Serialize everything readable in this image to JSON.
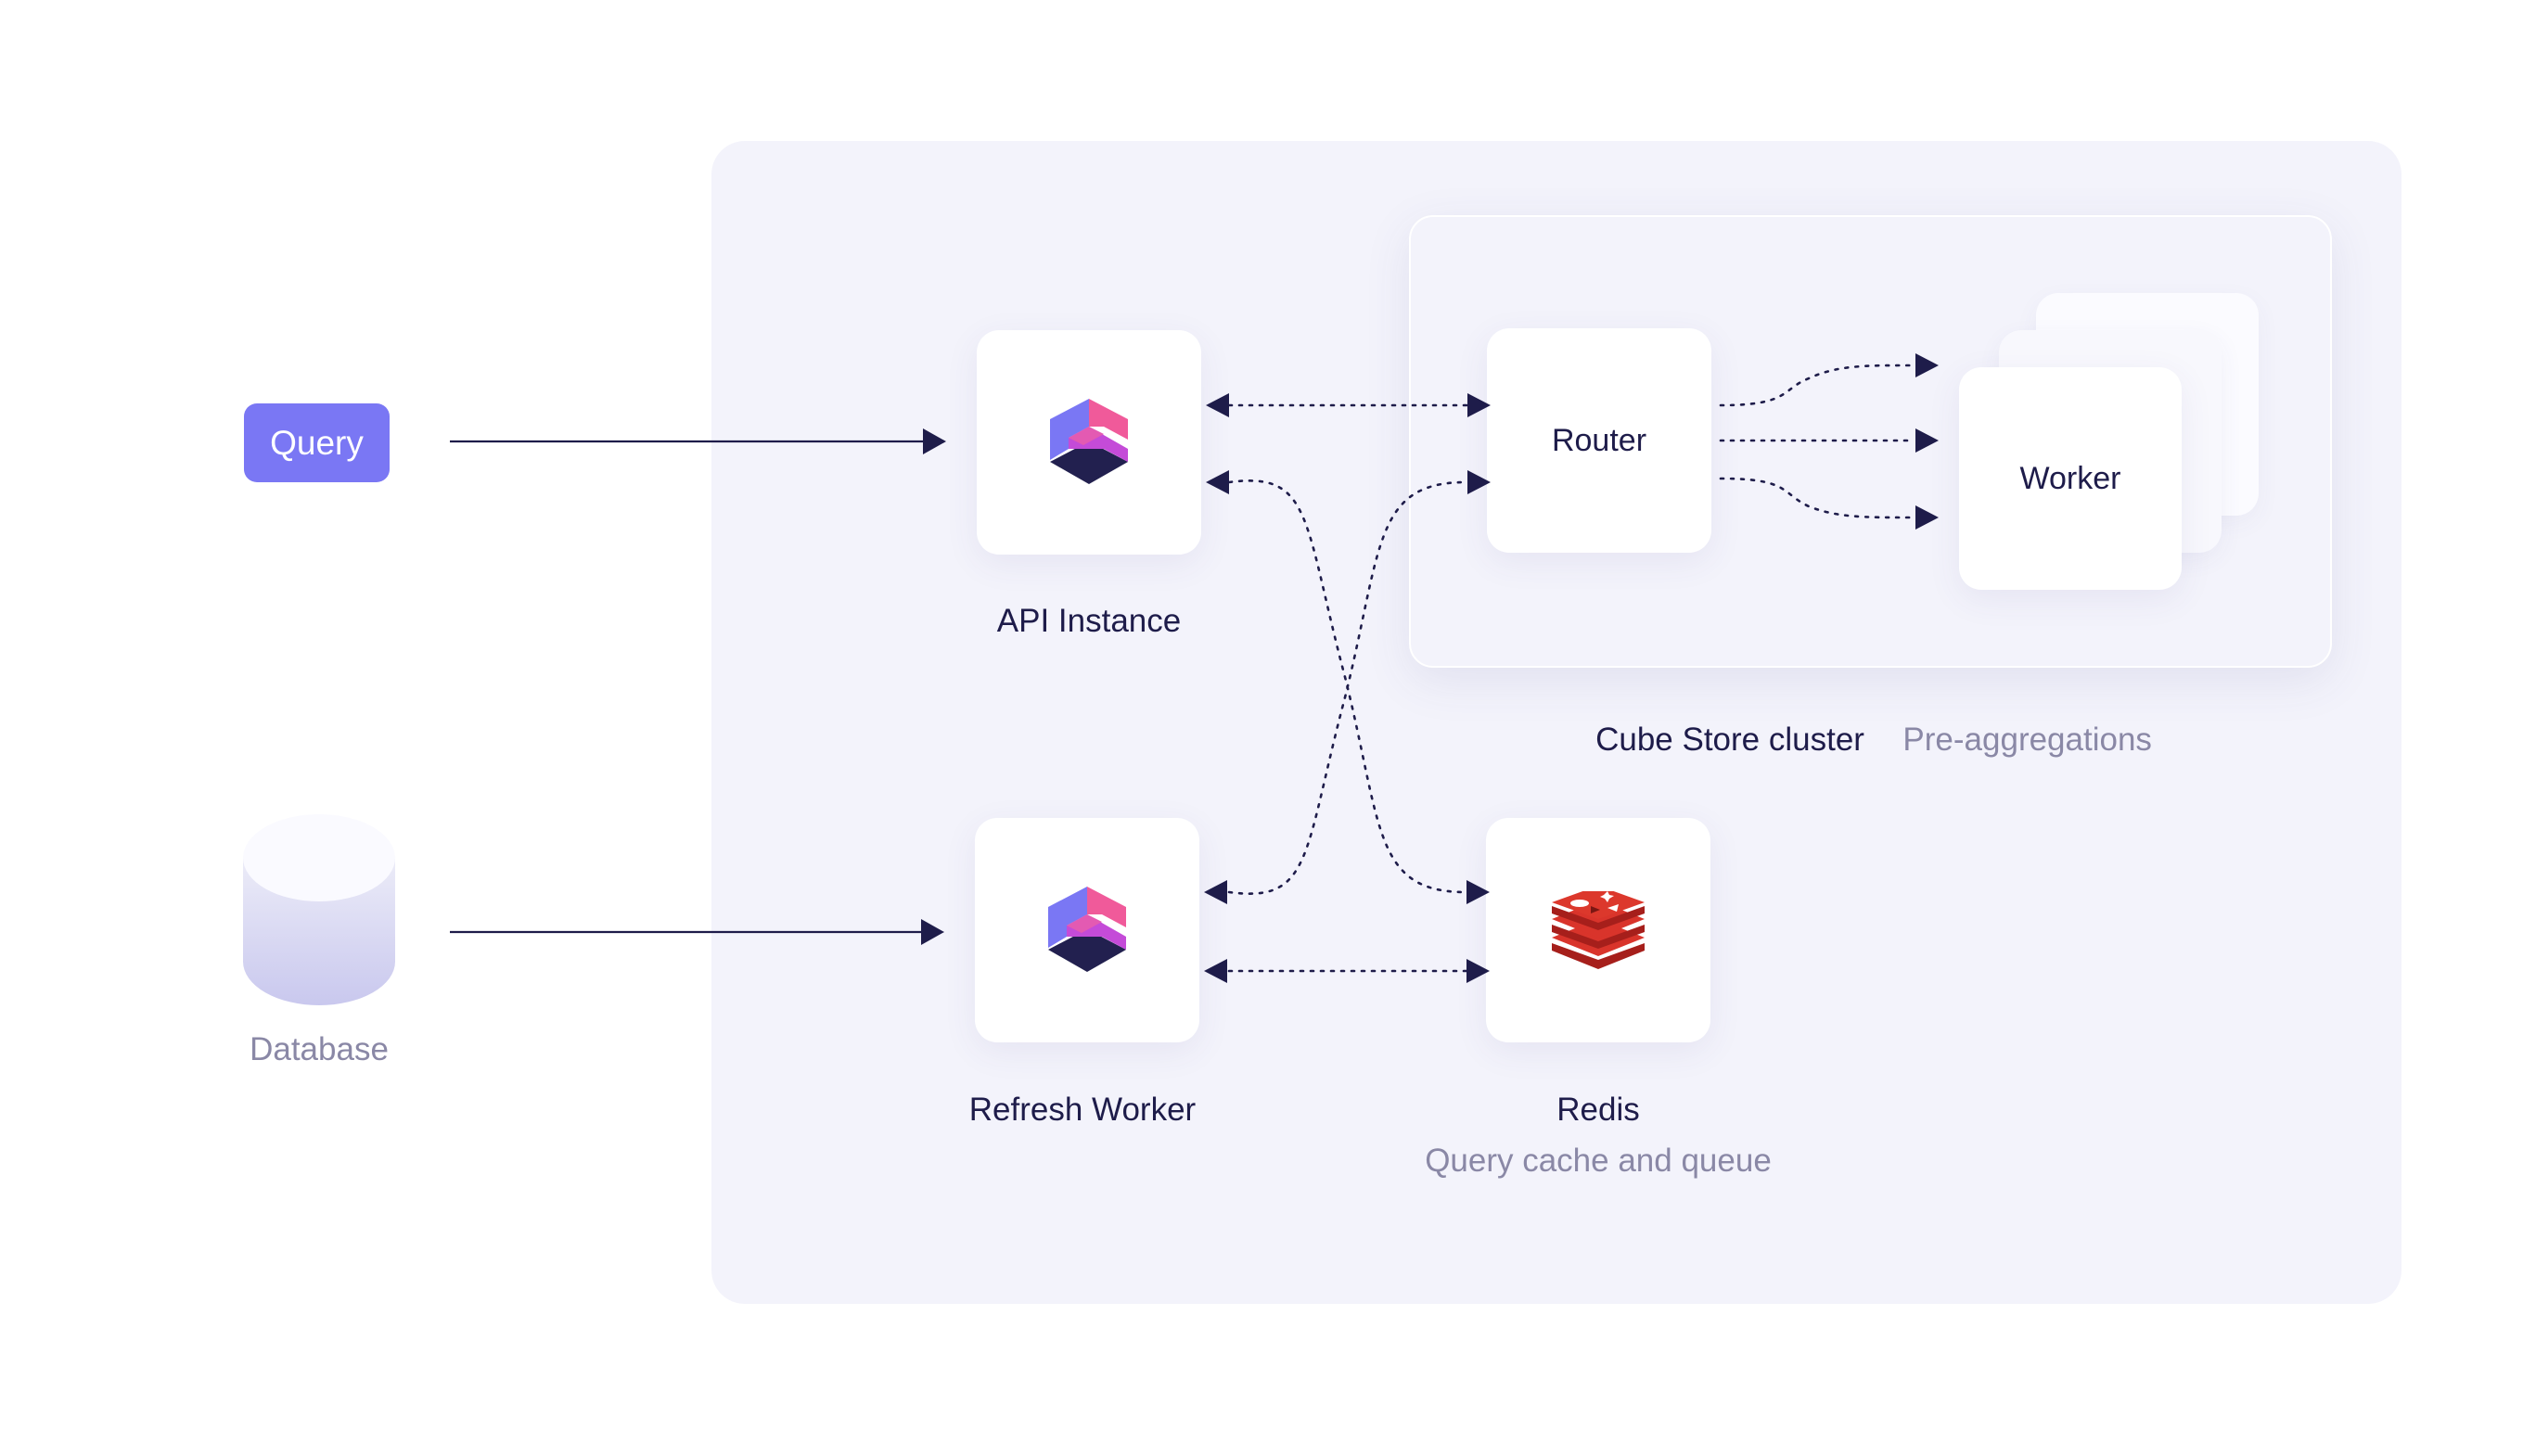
{
  "query": {
    "label": "Query"
  },
  "database": {
    "label": "Database"
  },
  "api_instance": {
    "label": "API Instance",
    "icon": "cube-logo-icon"
  },
  "refresh_worker": {
    "label": "Refresh Worker",
    "icon": "cube-logo-icon"
  },
  "cube_store": {
    "title": "Cube Store cluster",
    "subtitle": "Pre-aggregations",
    "router_label": "Router",
    "worker_label": "Worker"
  },
  "redis": {
    "label": "Redis",
    "subtitle": "Query cache and queue",
    "icon": "redis-logo-icon"
  },
  "colors": {
    "accent": "#7a77f4",
    "ink": "#1e1c4a",
    "panel": "#f3f3fb",
    "muted": "#8a88a6",
    "cube_pink": "#f05a9a",
    "cube_purple": "#7a77f4",
    "redis_red": "#c8302a"
  }
}
